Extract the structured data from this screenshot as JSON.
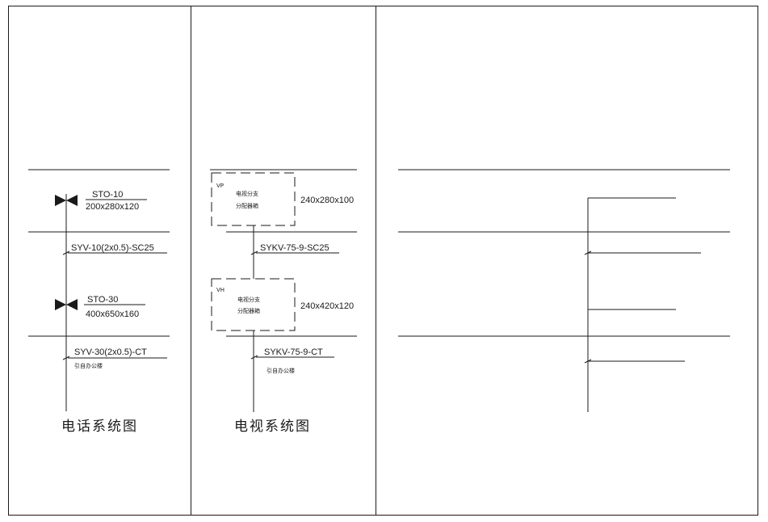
{
  "phone_system": {
    "caption": "电话系统图",
    "box1": {
      "name": "STO-10",
      "size": "200x280x120"
    },
    "box2": {
      "name": "STO-30",
      "size": "400x650x160"
    },
    "cable1": "SYV-10(2x0.5)-SC25",
    "cable2": "SYV-30(2x0.5)-CT",
    "source_note": "引自办公楼"
  },
  "tv_system": {
    "caption": "电视系统图",
    "box1": {
      "tag": "VP",
      "line1": "电视分支",
      "line2": "分配器箱",
      "size": "240x280x100"
    },
    "box2": {
      "tag": "VH",
      "line1": "电视分支",
      "line2": "分配器箱",
      "size": "240x420x120"
    },
    "cable1": "SYKV-75-9-SC25",
    "cable2": "SYKV-75-9-CT",
    "source_note": "引自办公楼"
  },
  "colors": {
    "line": "#1a1a1a",
    "background": "#ffffff"
  }
}
